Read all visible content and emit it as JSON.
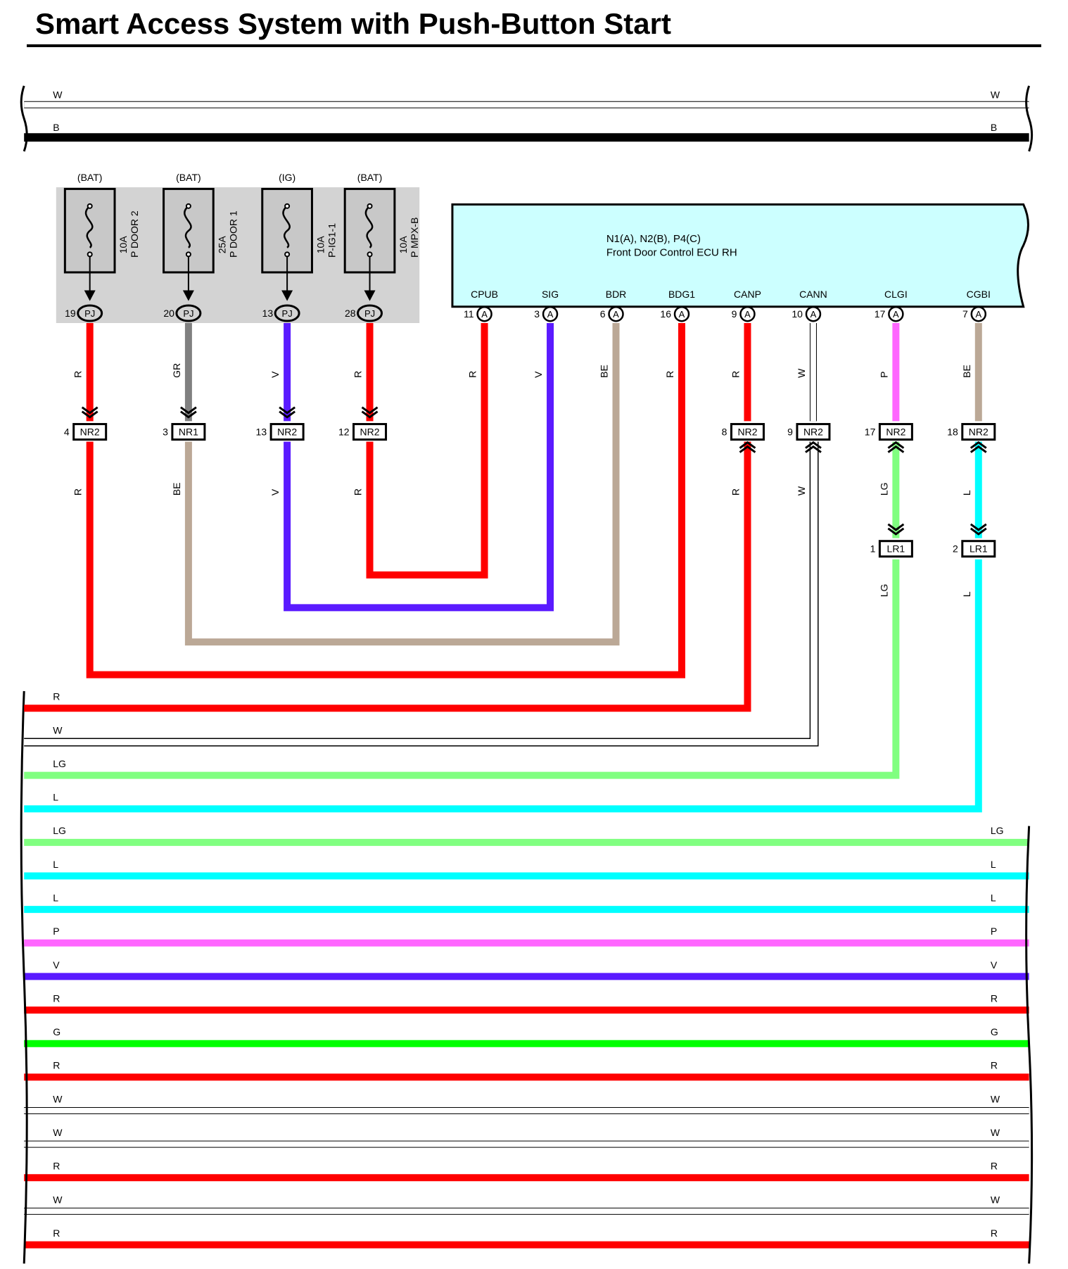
{
  "title": "Smart Access System with Push-Button Start",
  "colors": {
    "R": "#ff0000",
    "W": "#ffffff",
    "B": "#000000",
    "LG": "#80ff80",
    "L": "#00ffff",
    "P": "#ff66ff",
    "V": "#5a1aff",
    "G": "#00ff00",
    "GR": "#808080",
    "BE": "#bba896",
    "fuse_block_bg": "#d3d3d3",
    "ecu_bg": "#ccffff"
  },
  "fuse_block": {
    "fuses": [
      {
        "supply": "(BAT)",
        "rating": "10A",
        "name": "P DOOR 2",
        "pin": "19",
        "connector": "PJ"
      },
      {
        "supply": "(BAT)",
        "rating": "25A",
        "name": "P DOOR 1",
        "pin": "20",
        "connector": "PJ"
      },
      {
        "supply": "(IG)",
        "rating": "10A",
        "name": "P-IG1-1",
        "pin": "13",
        "connector": "PJ"
      },
      {
        "supply": "(BAT)",
        "rating": "10A",
        "name": "P MPX-B",
        "pin": "28",
        "connector": "PJ"
      }
    ]
  },
  "ecu": {
    "codes": "N1(A), N2(B), P4(C)",
    "name": "Front Door Control ECU RH",
    "terminals": [
      {
        "name": "CPUB",
        "pin": "11",
        "connector": "A",
        "wire": "R"
      },
      {
        "name": "SIG",
        "pin": "3",
        "connector": "A",
        "wire": "V"
      },
      {
        "name": "BDR",
        "pin": "6",
        "connector": "A",
        "wire": "BE"
      },
      {
        "name": "BDG1",
        "pin": "16",
        "connector": "A",
        "wire": "R"
      },
      {
        "name": "CANP",
        "pin": "9",
        "connector": "A",
        "wire": "R"
      },
      {
        "name": "CANN",
        "pin": "10",
        "connector": "A",
        "wire": "W"
      },
      {
        "name": "CLGI",
        "pin": "17",
        "connector": "A",
        "wire": "P"
      },
      {
        "name": "CGBI",
        "pin": "7",
        "connector": "A",
        "wire": "BE"
      }
    ]
  },
  "fuse_wires": [
    {
      "upper": "R",
      "pin": "4",
      "connector": "NR2",
      "lower": "R"
    },
    {
      "upper": "GR",
      "pin": "3",
      "connector": "NR1",
      "lower": "BE"
    },
    {
      "upper": "V",
      "pin": "13",
      "connector": "NR2",
      "lower": "V"
    },
    {
      "upper": "R",
      "pin": "12",
      "connector": "NR2",
      "lower": "R"
    }
  ],
  "ecu_splices": [
    {
      "pin": "8",
      "connector": "NR2",
      "lower": "R"
    },
    {
      "pin": "9",
      "connector": "NR2",
      "lower": "W"
    },
    {
      "pin": "17",
      "connector": "NR2",
      "lower": "LG",
      "lr_pin": "1",
      "lr_connector": "LR1",
      "lr_lower": "LG"
    },
    {
      "pin": "18",
      "connector": "NR2",
      "lower": "L",
      "lr_pin": "2",
      "lr_connector": "LR1",
      "lr_lower": "L"
    }
  ],
  "top_buses": [
    {
      "left": "W",
      "right": "W"
    },
    {
      "left": "B",
      "right": "B"
    }
  ],
  "exit_wires": [
    "R",
    "W",
    "LG",
    "L"
  ],
  "bottom_buses": [
    {
      "left": "LG",
      "right": "LG"
    },
    {
      "left": "L",
      "right": "L"
    },
    {
      "left": "L",
      "right": "L"
    },
    {
      "left": "P",
      "right": "P"
    },
    {
      "left": "V",
      "right": "V"
    },
    {
      "left": "R",
      "right": "R"
    },
    {
      "left": "G",
      "right": "G"
    },
    {
      "left": "R",
      "right": "R"
    },
    {
      "left": "W",
      "right": "W"
    },
    {
      "left": "W",
      "right": "W"
    },
    {
      "left": "R",
      "right": "R"
    },
    {
      "left": "W",
      "right": "W"
    },
    {
      "left": "R",
      "right": "R"
    }
  ]
}
